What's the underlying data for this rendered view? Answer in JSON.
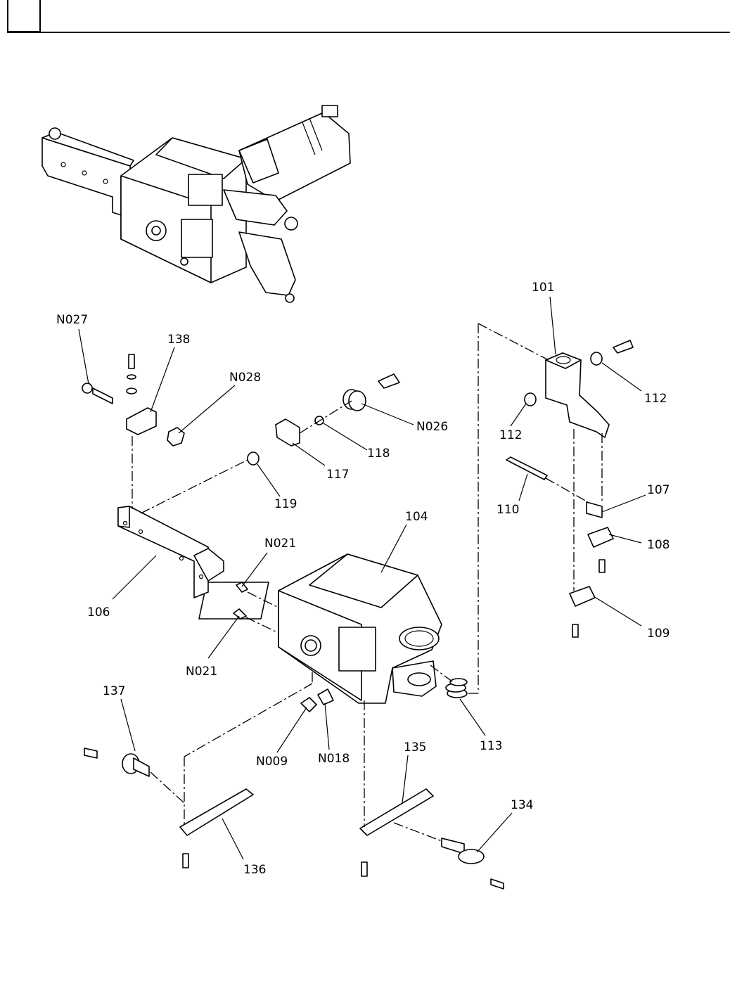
{
  "labels": {
    "p101": "101",
    "pN027": "N027",
    "p138": "138",
    "pN028": "N028",
    "p112a": "112",
    "p112b": "112",
    "pN026": "N026",
    "p118": "118",
    "p117": "117",
    "p119": "119",
    "p107": "107",
    "p110": "110",
    "p104": "104",
    "p108": "108",
    "pN021a": "N021",
    "p106": "106",
    "p109": "109",
    "pN021b": "N021",
    "p137": "137",
    "p113": "113",
    "p135": "135",
    "pN009": "N009",
    "pN018": "N018",
    "p134": "134",
    "p136": "136"
  }
}
